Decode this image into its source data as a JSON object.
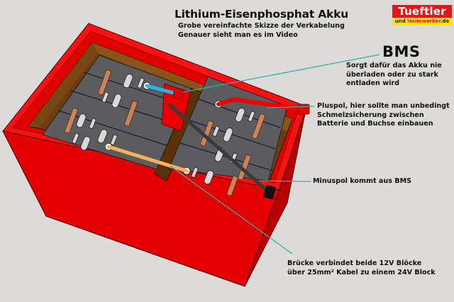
{
  "header": {
    "title": "Lithium-Eisenphosphat Akku",
    "subtitle_lines": [
      "Grobe vereinfachte Skizze der Verkabelung",
      "Genauer sieht man es im Video"
    ]
  },
  "logo": {
    "top": "Tueftler",
    "bottom_und": "und ",
    "bottom_heimwerker": "Heimwerker",
    "bottom_de": ".de",
    "colors": {
      "red": "#e2171b",
      "yellow": "#ffe300"
    }
  },
  "annotations": {
    "bms": {
      "heading": "BMS",
      "lines": [
        "Sorgt dafür das Akku nie",
        "überladen oder zu stark",
        "entladen wird"
      ]
    },
    "pluspol": {
      "lines": [
        "Pluspol, hier sollte man unbedingt",
        "Schmelzsicherung zwischen",
        "Batterie und Buchse einbauen"
      ]
    },
    "minuspol": {
      "lines": [
        "Minuspol kommt aus BMS"
      ]
    },
    "bruecke": {
      "lines": [
        "Brücke verbindet beide 12V Blöcke",
        "über 25mm² Kabel zu einem 24V Block"
      ]
    }
  },
  "colors": {
    "box_red": "#e80000",
    "box_dark_red": "#b00000",
    "wood": "#6b3d10",
    "cell_gray": "#5c5c5e",
    "copper": "#c8845f",
    "bms_cable": "#2ab4e6",
    "plus_cable": "#f00000",
    "minus_cable": "#3a3a3a",
    "bridge_cable": "#f5b060",
    "leader_line": "#3aada8"
  }
}
